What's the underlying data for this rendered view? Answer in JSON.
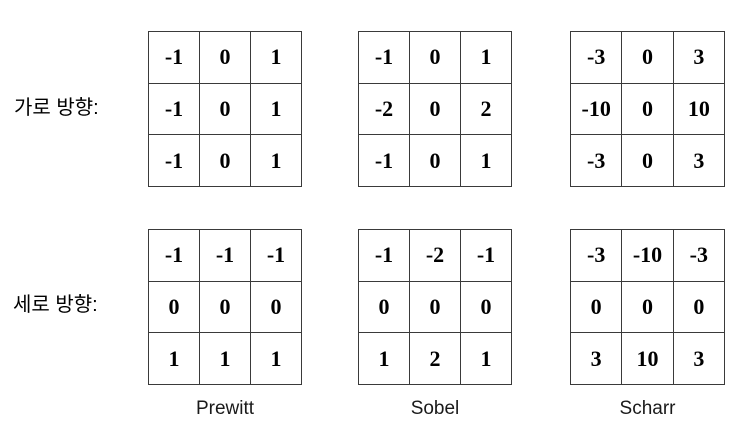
{
  "colors": {
    "border": "#3a3a3a",
    "text": "#000000",
    "background": "#ffffff"
  },
  "row_labels": {
    "horizontal": "가로 방향:",
    "vertical": "세로 방향:"
  },
  "captions": {
    "prewitt": "Prewitt",
    "sobel": "Sobel",
    "scharr": "Scharr"
  },
  "kernels": {
    "h_prewitt": [
      [
        -1,
        0,
        1
      ],
      [
        -1,
        0,
        1
      ],
      [
        -1,
        0,
        1
      ]
    ],
    "h_sobel": [
      [
        -1,
        0,
        1
      ],
      [
        -2,
        0,
        2
      ],
      [
        -1,
        0,
        1
      ]
    ],
    "h_scharr": [
      [
        -3,
        0,
        3
      ],
      [
        -10,
        0,
        10
      ],
      [
        -3,
        0,
        3
      ]
    ],
    "v_prewitt": [
      [
        -1,
        -1,
        -1
      ],
      [
        0,
        0,
        0
      ],
      [
        1,
        1,
        1
      ]
    ],
    "v_sobel": [
      [
        -1,
        -2,
        -1
      ],
      [
        0,
        0,
        0
      ],
      [
        1,
        2,
        1
      ]
    ],
    "v_scharr": [
      [
        -3,
        -10,
        -3
      ],
      [
        0,
        0,
        0
      ],
      [
        3,
        10,
        3
      ]
    ]
  }
}
